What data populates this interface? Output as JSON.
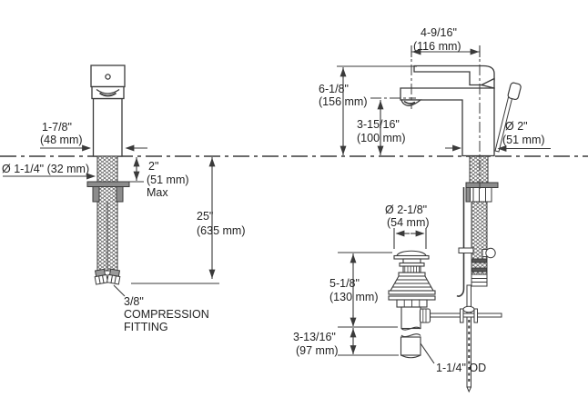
{
  "title": "Faucet installation dimension diagram",
  "front_view": {
    "spout_body_width": {
      "imperial": "1-7/8\"",
      "metric": "(48 mm)"
    },
    "mounting_hole_diameter": {
      "imperial_metric": "Ø 1-1/4\" (32 mm)"
    },
    "max_deck_thickness": {
      "imperial": "2\"",
      "metric": "(51 mm)",
      "qualifier": "Max"
    },
    "supply_hose_length": {
      "imperial": "25\"",
      "metric": "(635 mm)"
    },
    "supply_fitting": {
      "size": "3/8\"",
      "word1": "COMPRESSION",
      "word2": "FITTING"
    }
  },
  "side_view": {
    "spout_reach": {
      "imperial": "4-9/16\"",
      "metric": "(116 mm)"
    },
    "overall_height": {
      "imperial": "6-1/8\"",
      "metric": "(156 mm)"
    },
    "spout_outlet_height": {
      "imperial": "3-15/16\"",
      "metric": "(100 mm)"
    },
    "faucet_body_diameter": {
      "imperial": "Ø 2\"",
      "metric": "(51 mm)"
    }
  },
  "drain_assembly": {
    "flange_diameter": {
      "imperial": "Ø 2-1/8\"",
      "metric": "(54 mm)"
    },
    "body_height": {
      "imperial": "5-1/8\"",
      "metric": "(130 mm)"
    },
    "tailpiece_length": {
      "imperial": "3-13/16\"",
      "metric": "(97 mm)"
    },
    "tailpiece_od": "1-1/4\" OD"
  },
  "colors": {
    "line": "#3a3a3a",
    "text": "#222222",
    "background": "#ffffff",
    "hardware_gray": "#8c8c8c"
  }
}
